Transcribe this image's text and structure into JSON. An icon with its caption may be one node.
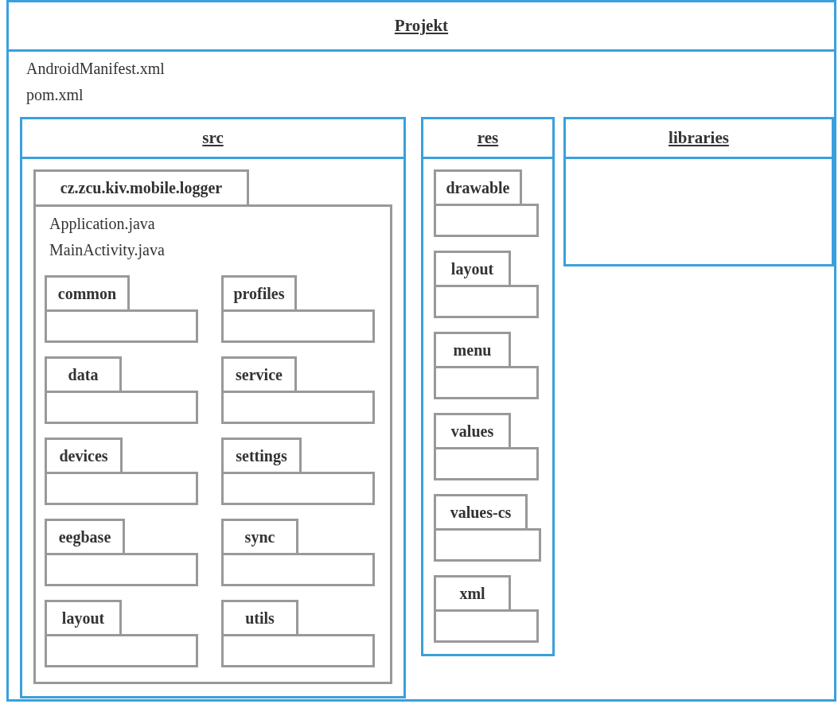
{
  "diagram": {
    "nodes": [
      {
        "text": [
          "Projekt",
          "AndroidManifest.xml",
          "pom.xml"
        ]
      },
      {
        "text": [
          "src"
        ],
        "in": 0
      },
      {
        "text": [
          "cz.zcu.kiv.mobile.logger",
          "Application.java",
          "MainActivity.java"
        ],
        "in": 1
      },
      {
        "text": [
          "common"
        ],
        "in": 2
      },
      {
        "text": [
          "profiles"
        ],
        "in": 2
      },
      {
        "text": [
          "data"
        ],
        "in": 2
      },
      {
        "text": [
          "service"
        ],
        "in": 2
      },
      {
        "text": [
          "devices"
        ],
        "in": 2
      },
      {
        "text": [
          "settings"
        ],
        "in": 2
      },
      {
        "text": [
          "eegbase"
        ],
        "in": 2
      },
      {
        "text": [
          "sync"
        ],
        "in": 2
      },
      {
        "text": [
          "layout"
        ],
        "in": 2
      },
      {
        "text": [
          "utils"
        ],
        "in": 2
      },
      {
        "text": [
          "res"
        ],
        "in": 0
      },
      {
        "text": [
          "drawable"
        ],
        "in": 13
      },
      {
        "text": [
          "layout"
        ],
        "in": 13
      },
      {
        "text": [
          "menu"
        ],
        "in": 13
      },
      {
        "text": [
          "values"
        ],
        "in": 13
      },
      {
        "text": [
          "values-cs"
        ],
        "in": 13
      },
      {
        "text": [
          "xml"
        ],
        "in": 13
      },
      {
        "text": [
          "libraries"
        ],
        "in": 0
      }
    ],
    "edges": []
  }
}
